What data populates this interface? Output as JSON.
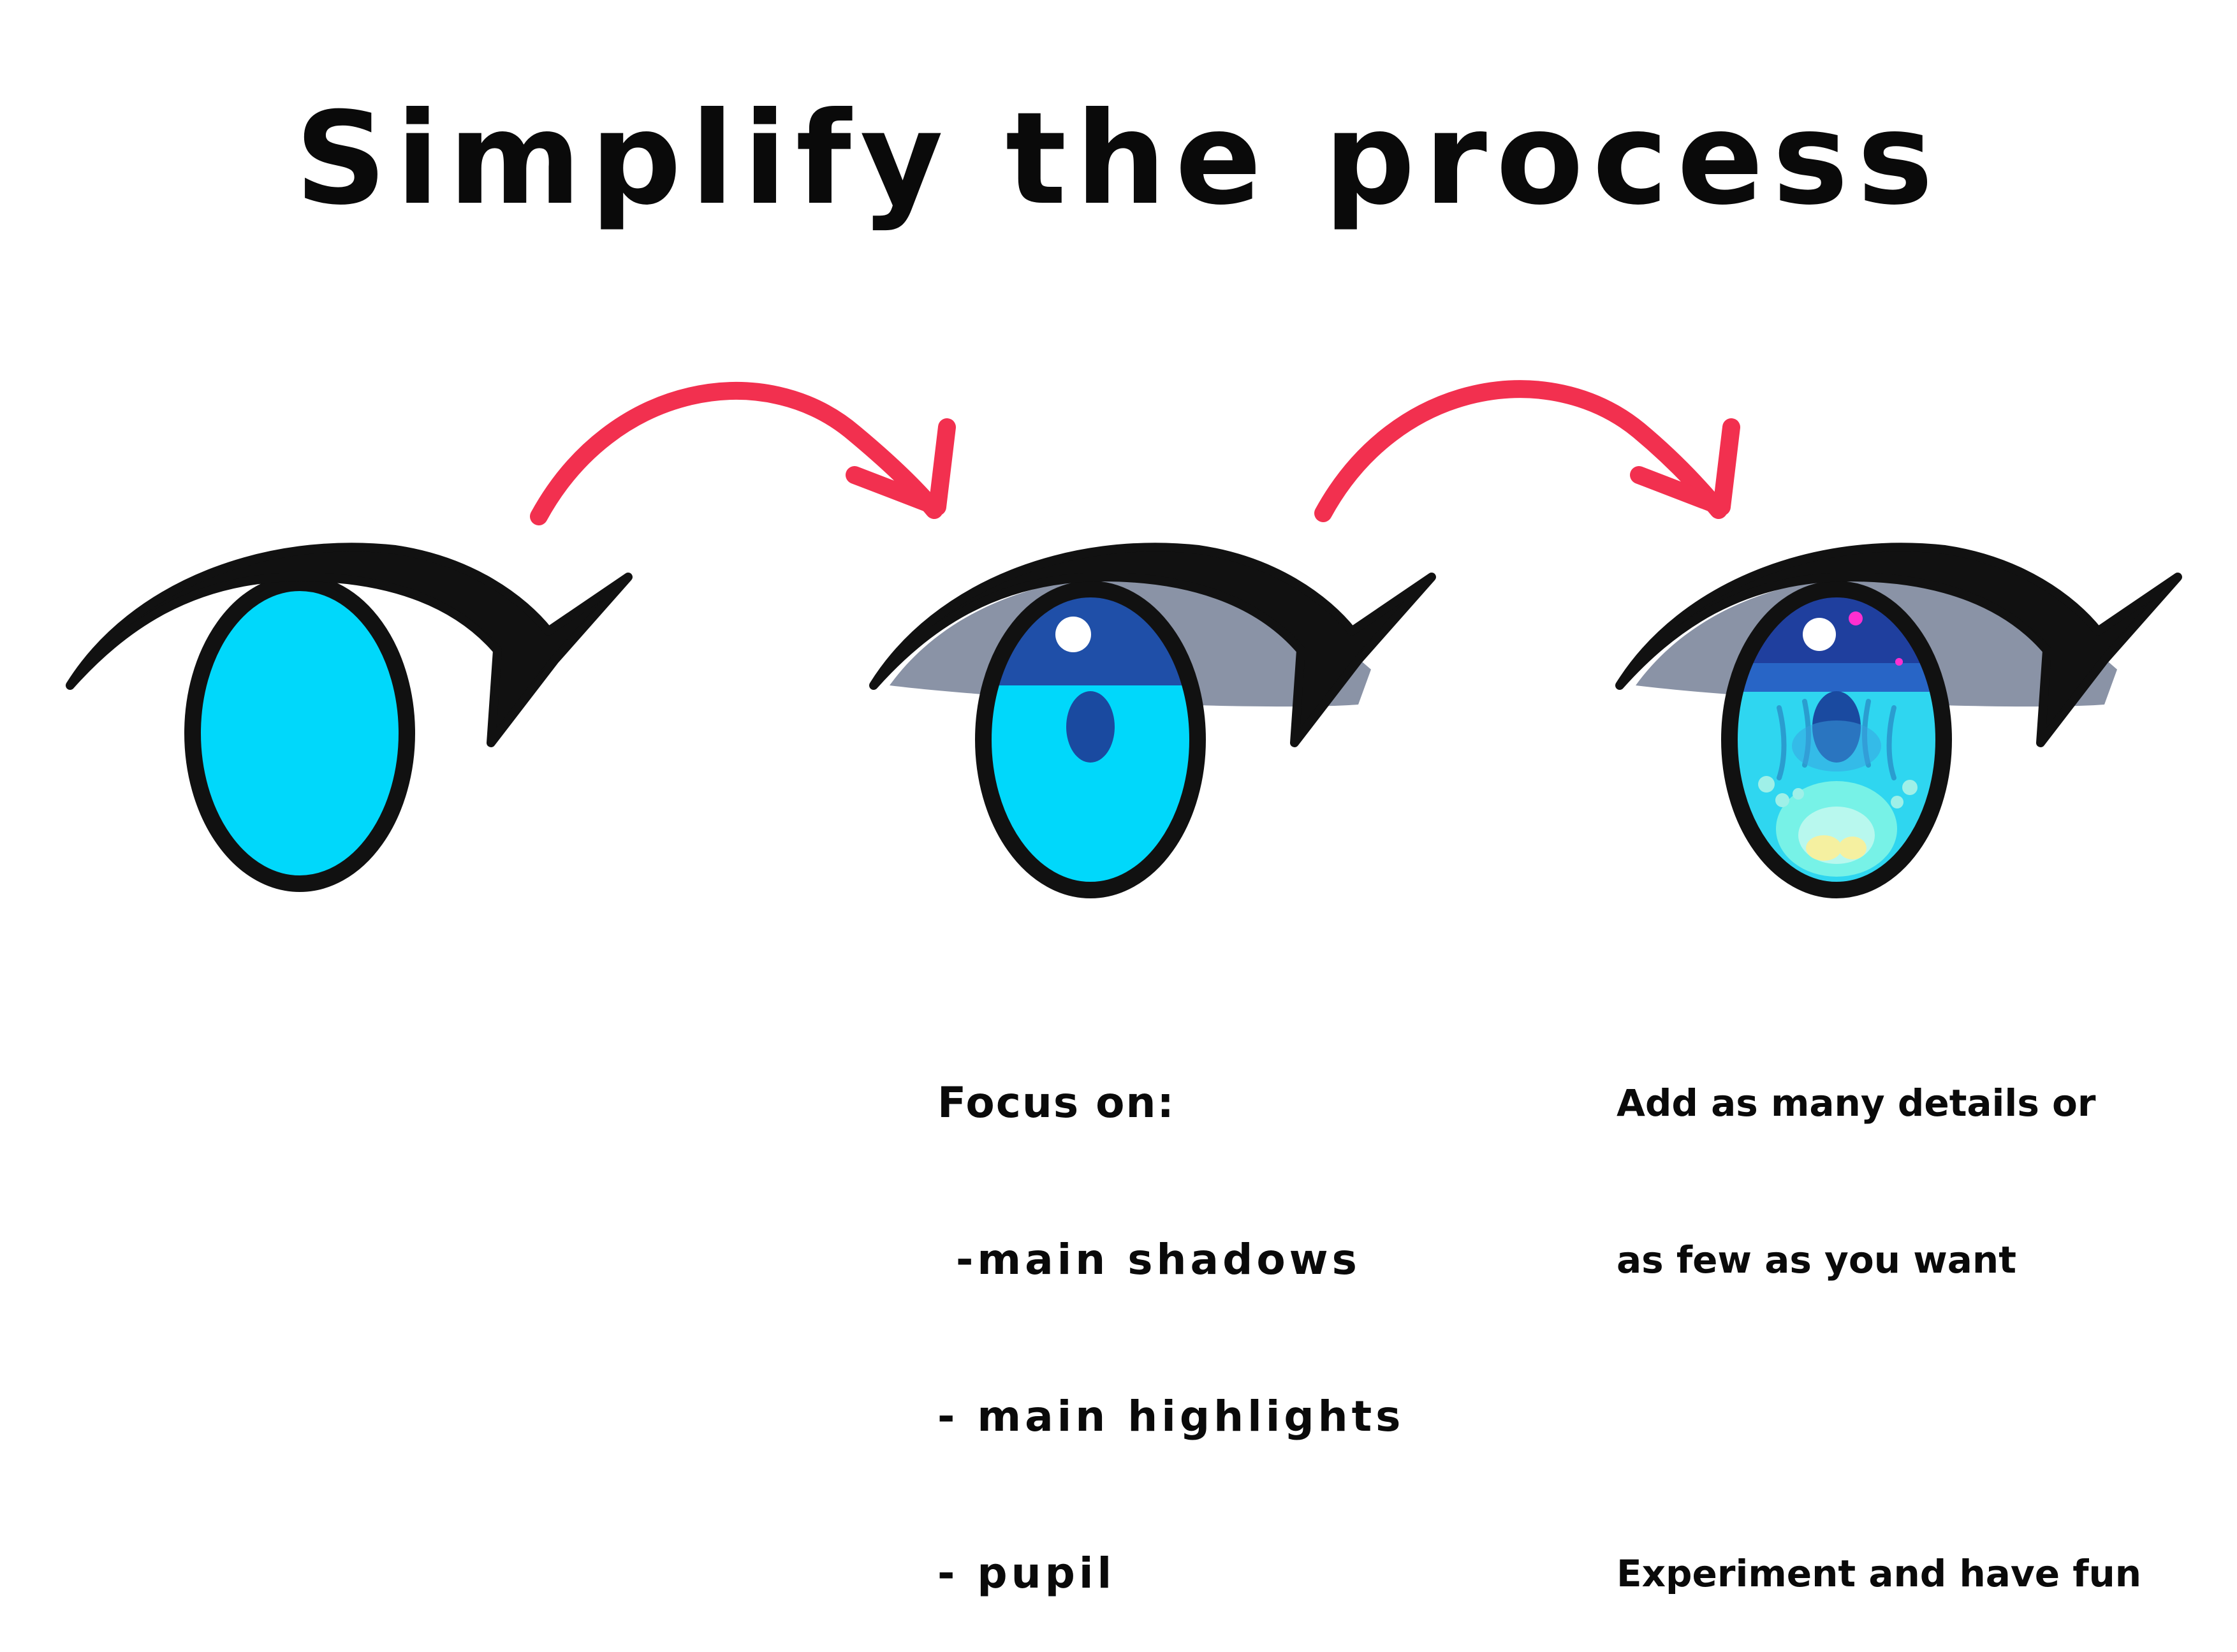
{
  "title": "Simplify the process",
  "colors": {
    "outline": "#111111",
    "iris_base": "#00d8fb",
    "iris_shadow": "#1f4fa8",
    "pupil": "#1a4aa0",
    "lid_shadow": "#8a93a6",
    "highlight": "#ffffff",
    "sparkle": "#ff2fd0",
    "arrow": "#f2304f",
    "detail_glow": "#7ff5e6",
    "detail_light": "#f5f0a0"
  },
  "steps": [
    {
      "name": "base-eye"
    },
    {
      "name": "shaded-eye"
    },
    {
      "name": "detailed-eye"
    }
  ],
  "focus_note": {
    "heading": "Focus on:",
    "items": [
      " -main shadows",
      "- main highlights",
      "- pupil"
    ]
  },
  "details_note": {
    "line1": "Add as many details or",
    "line2": "as few as you want",
    "line3": "Experiment and have fun"
  },
  "icons": [
    "arrow-curved-icon",
    "arrow-curved-icon"
  ]
}
